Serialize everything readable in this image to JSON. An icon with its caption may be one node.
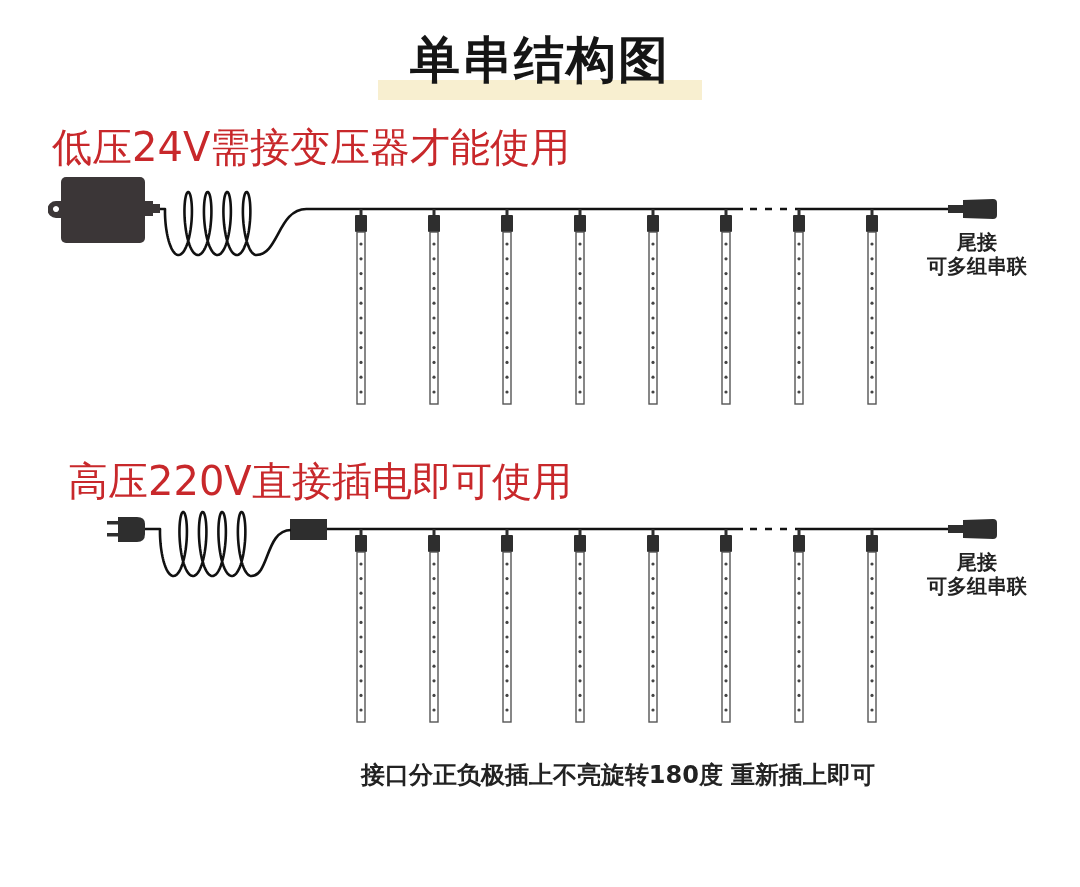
{
  "diagram": {
    "title": "单串结构图",
    "labels": [
      "低压24V需接变压器才能使用",
      "尾接",
      "可多组串联",
      "高压220V直接插电即可使用",
      "尾接",
      "可多组串联",
      "接口分正负极插上不亮旋转180度 重新插上即可"
    ]
  }
}
